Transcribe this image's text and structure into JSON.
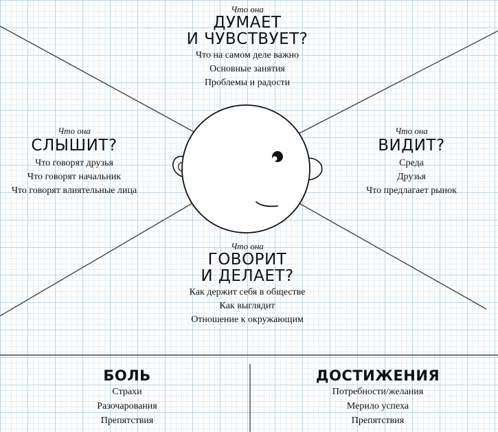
{
  "think_feel": {
    "who": "Что она",
    "title": [
      "ДУМАЕТ",
      "И ЧУВСТВУЕТ?"
    ],
    "items": [
      "Что на самом деле важно",
      "Основные занятия",
      "Проблемы и радости"
    ]
  },
  "hear": {
    "who": "Что она",
    "title": [
      "СЛЫШИТ?"
    ],
    "items": [
      "Что говорят друзья",
      "Что говорят начальник",
      "Что говорят влиятельные лица"
    ]
  },
  "see": {
    "who": "Что она",
    "title": [
      "ВИДИТ?"
    ],
    "items": [
      "Среда",
      "Друзья",
      "Что предлагает рынок"
    ]
  },
  "say_do": {
    "who": "Что она",
    "title": [
      "ГОВОРИТ",
      "И ДЕЛАЕТ?"
    ],
    "items": [
      "Как держит себя в обществе",
      "Как выглядит",
      "Отношение к окружающим"
    ]
  },
  "pain": {
    "title": "БОЛЬ",
    "items": [
      "Страхи",
      "Разочарования",
      "Препятствия"
    ]
  },
  "gain": {
    "title": "ДОСТИЖЕНИЯ",
    "items": [
      "Потребности/желания",
      "Мерило успеха",
      "Препятствия"
    ]
  },
  "colors": {
    "lines": "#444444",
    "grid": "#bcd3e4",
    "head_fill": "#ffffff"
  }
}
